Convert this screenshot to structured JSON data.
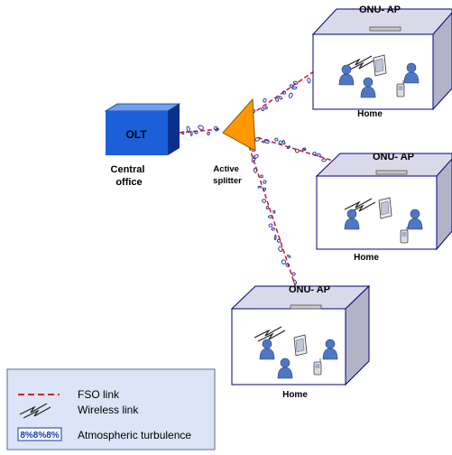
{
  "colors": {
    "fso_link": "#e41a1c",
    "olt_front": "#1b5fd9",
    "olt_side": "#0a2f8c",
    "olt_top": "#6f9ff0",
    "splitter": "#ff9900",
    "home_front": "#ffffff",
    "home_side": "#b3b3c7",
    "home_top": "#d9d9ea",
    "home_edge": "#000080",
    "legend_bg": "#dbe5f7",
    "person": "#4f77c4",
    "turbulence": "#1a3aa8"
  },
  "central_office": {
    "olt_label": "OLT",
    "office_label": [
      "Central",
      "office"
    ]
  },
  "splitter": {
    "label": [
      "Active",
      "splitter"
    ]
  },
  "homes": [
    {
      "ap_label": "ONU- AP",
      "home_label": "Home"
    },
    {
      "ap_label": "ONU- AP",
      "home_label": "Home"
    },
    {
      "ap_label": "ONU- AP",
      "home_label": "Home"
    }
  ],
  "legend": {
    "fso": "FSO link",
    "wireless": "Wireless link",
    "turbulence": "Atmospheric turbulence",
    "turbulence_icon_text": "8%8%8%"
  },
  "icons": [
    "person-icon",
    "laptop-icon",
    "phone-icon",
    "wireless-icon",
    "turbulence-icon"
  ]
}
